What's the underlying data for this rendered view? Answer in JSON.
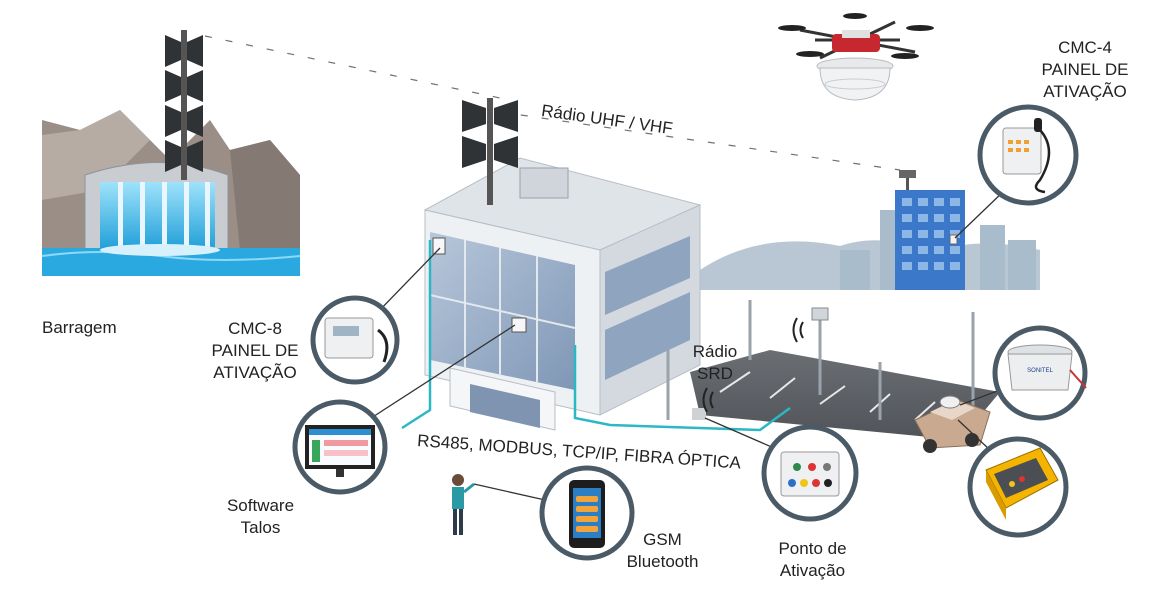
{
  "labels": {
    "barragem": "Barragem",
    "cmc8": [
      "CMC-8",
      "PAINEL DE",
      "ATIVAÇÃO"
    ],
    "cmc4": [
      "CMC-4",
      "PAINEL DE",
      "ATIVAÇÃO"
    ],
    "radio_uhf": "Rádio UHF / VHF",
    "radio_srd": [
      "Rádio",
      "SRD"
    ],
    "protocols": "RS485, MODBUS, TCP/IP, FIBRA ÓPTICA",
    "software": [
      "Software",
      "Talos"
    ],
    "gsm": [
      "GSM",
      "Bluetooth"
    ],
    "ponto": [
      "Ponto de",
      "Ativação"
    ]
  },
  "device_text": {
    "siren_brand": "SONITEL"
  },
  "colors": {
    "cable": "#2bb7c4",
    "circle_border": "#4a5a66",
    "water": "#35b6e6",
    "building_glass": "#8fa6c3",
    "case_yellow": "#f4b400"
  }
}
